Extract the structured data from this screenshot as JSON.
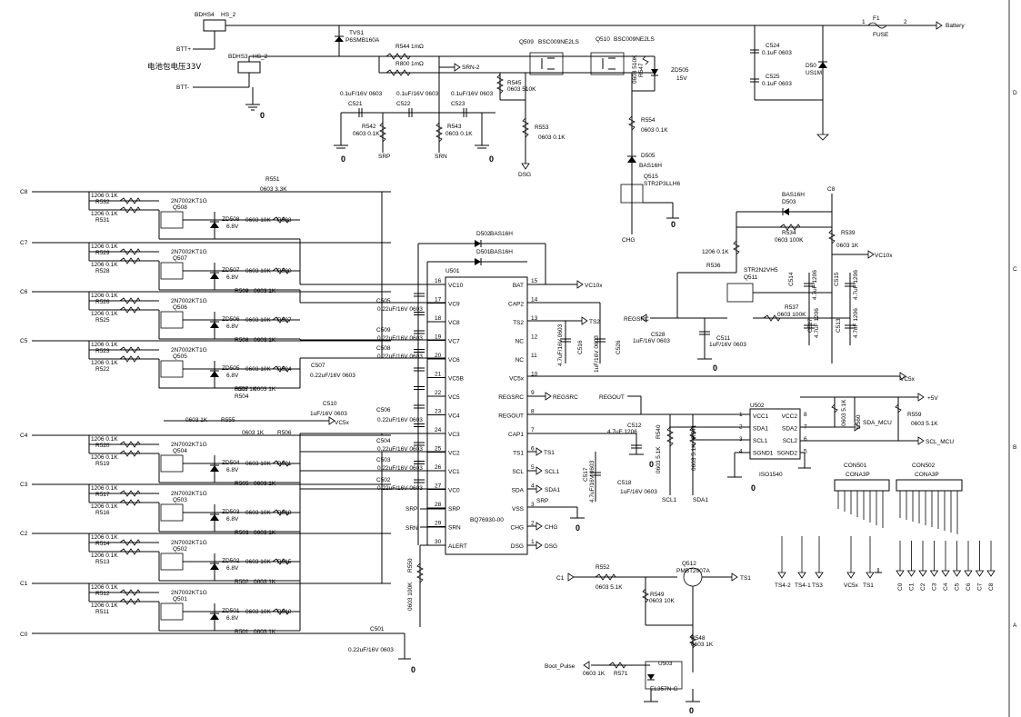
{
  "top": {
    "bdhs4": "BDHS4",
    "hs2a": "HS_2",
    "bdhs3": "BDHS3",
    "hs2b": "HS_2",
    "btt_plus": "BTT+",
    "btt_minus": "BTT-",
    "battery_pack_cn": "电池包电压33V",
    "tvs1": "TVS1",
    "tvs1_part": "P6SMB160A",
    "r544": "R544",
    "r544_val": "1mΩ",
    "r800": "R800",
    "r800_val": "1mΩ",
    "srn2": "SRN-2",
    "q509": "Q509",
    "q509_part": "BSC009NE2LS",
    "q510": "Q510",
    "q510_part": "BSC009NE2LS",
    "r545": "R545",
    "r545_val": "0603 510K",
    "r547": "R547",
    "r547_val": "0603 510K",
    "zd505": "ZD505",
    "zd505_val": "15V",
    "f1": "F1",
    "fuse": "FUSE",
    "battery": "Battery",
    "f1_p1": "1",
    "f1_p2": "2",
    "c524": "C524",
    "c524_val": "0.1uF 0603",
    "c525": "C525",
    "c525_val": "0.1uF 0603",
    "d50x": "D50",
    "us1m": "US1M",
    "c521_hdr": "0.1uF/16V 0603",
    "c521": "C521",
    "c522_hdr": "0.1uF/16V 0603",
    "c522": "C522",
    "c523_hdr": "0.1uF/16V 0603",
    "c523": "C523",
    "r542": "R542",
    "r542_val": "0603 0.1K",
    "r543": "R543",
    "r543_val": "0603 0.1K",
    "r553": "R553",
    "r553_val": "0603 0.1K",
    "srp": "SRP",
    "srn": "SRN",
    "dsg": "DSG",
    "r554": "R554",
    "r554_val": "0603 0.1K",
    "d505": "D505",
    "bas16h": "BAS16H",
    "q515": "Q515",
    "q515_part": "STR2P3LLH6",
    "chg": "CHG"
  },
  "cells": [
    {
      "cell": "C8",
      "r1": "1206 0.1K",
      "r1n": "R532",
      "r2": "1206 0.1K",
      "r2n": "R531",
      "q": "Q508",
      "qp": "2N7002KT1G",
      "zd": "ZD508",
      "zdv": "6.8V",
      "rz": "0603 10K",
      "rzn": "R533",
      "rb": "R551",
      "rbv": "0603 3.3K"
    },
    {
      "cell": "C7",
      "r1": "1206 0.1K",
      "r1n": "R529",
      "r2": "1206 0.1K",
      "r2n": "R528",
      "q": "Q507",
      "qp": "2N7002KT1G",
      "zd": "ZD507",
      "zdv": "6.8V",
      "rz": "0603 10K",
      "rzn": "R530",
      "rb": "R509",
      "rbv": "0603 1K"
    },
    {
      "cell": "C6",
      "r1": "1206 0.1K",
      "r1n": "R526",
      "r2": "1206 0.1K",
      "r2n": "R525",
      "q": "Q506",
      "qp": "2N7002KT1G",
      "zd": "ZD506",
      "zdv": "6.8V",
      "rz": "0603 10K",
      "rzn": "R527",
      "rb": "R508",
      "rbv": "0603 1K"
    },
    {
      "cell": "C5",
      "r1": "1206 0.1K",
      "r1n": "R523",
      "r2": "1206 0.1K",
      "r2n": "R522",
      "q": "Q505",
      "qp": "2N7002KT1G",
      "zd": "ZD505",
      "zdv": "6.8V",
      "rz": "0603 10K",
      "rzn": "R524",
      "rb": "R507",
      "rbv": "0603 1K"
    },
    {
      "cell": "C4",
      "r1": "1206 0.1K",
      "r1n": "R520",
      "r2": "1206 0.1K",
      "r2n": "R519",
      "q": "Q504",
      "qp": "2N7002KT1G",
      "zd": "ZD504",
      "zdv": "6.8V",
      "rz": "0603 10K",
      "rzn": "R521",
      "rb": "R505",
      "rbv": "0603 1K"
    },
    {
      "cell": "C3",
      "r1": "1206 0.1K",
      "r1n": "R517",
      "r2": "1206 0.1K",
      "r2n": "R516",
      "q": "Q503",
      "qp": "2N7002KT1G",
      "zd": "ZD503",
      "zdv": "6.8V",
      "rz": "0603 10K",
      "rzn": "R518",
      "rb": "R503",
      "rbv": "0603 1K"
    },
    {
      "cell": "C2",
      "r1": "1206 0.1K",
      "r1n": "R514",
      "r2": "1206 0.1K",
      "r2n": "R513",
      "q": "Q502",
      "qp": "2N7002KT1G",
      "zd": "ZD502",
      "zdv": "6.8V",
      "rz": "0603 10K",
      "rzn": "R515",
      "rb": "R502",
      "rbv": "0603 1K"
    },
    {
      "cell": "C1",
      "r1": "1206 0.1K",
      "r1n": "R512",
      "r2": "1206 0.1K",
      "r2n": "R511",
      "q": "Q501",
      "qp": "2N7002KT1G",
      "zd": "ZD501",
      "zdv": "6.8V",
      "rz": "0603 10K",
      "rzn": "R510",
      "rb": "R501",
      "rbv": "0603 1K"
    }
  ],
  "c0": "C0",
  "u501": {
    "ref": "U501",
    "part": "BQ76930-00",
    "left_pins": [
      {
        "n": "16",
        "name": "VC10"
      },
      {
        "n": "17",
        "name": "VC9"
      },
      {
        "n": "18",
        "name": "VC8"
      },
      {
        "n": "19",
        "name": "VC7"
      },
      {
        "n": "20",
        "name": "VC6"
      },
      {
        "n": "21",
        "name": "VC5B"
      },
      {
        "n": "22",
        "name": "VC5"
      },
      {
        "n": "23",
        "name": "VC4"
      },
      {
        "n": "24",
        "name": "VC3"
      },
      {
        "n": "25",
        "name": "VC2"
      },
      {
        "n": "26",
        "name": "VC1"
      },
      {
        "n": "27",
        "name": "VC0"
      },
      {
        "n": "28",
        "name": "SRP"
      },
      {
        "n": "29",
        "name": "SRN"
      },
      {
        "n": "30",
        "name": "ALERT"
      }
    ],
    "right_pins": [
      {
        "n": "15",
        "name": "BAT"
      },
      {
        "n": "14",
        "name": "CAP2"
      },
      {
        "n": "13",
        "name": "TS2"
      },
      {
        "n": "12",
        "name": "NC"
      },
      {
        "n": "11",
        "name": "NC"
      },
      {
        "n": "10",
        "name": "VC5x"
      },
      {
        "n": "9",
        "name": "REGSRC"
      },
      {
        "n": "8",
        "name": "REGOUT"
      },
      {
        "n": "7",
        "name": "CAP1"
      },
      {
        "n": "6",
        "name": "TS1"
      },
      {
        "n": "5",
        "name": "SCL"
      },
      {
        "n": "4",
        "name": "SDA"
      },
      {
        "n": "3",
        "name": "VSS"
      },
      {
        "n": "2",
        "name": "CHG"
      },
      {
        "n": "1",
        "name": "DSG"
      }
    ]
  },
  "caps_mid": [
    {
      "ref": "C505",
      "val": "0.22uF/16V 0603"
    },
    {
      "ref": "C509",
      "val": "0.22uF/16V 0603"
    },
    {
      "ref": "C508",
      "val": "0.22uF/16V 0603"
    },
    {
      "ref": "C507",
      "val": "0.22uF/16V 0603"
    },
    {
      "ref": "C510",
      "val": "1uF/16V 0603"
    },
    {
      "ref": "C506",
      "val": "0.22uF/16V 0603"
    },
    {
      "ref": "C504",
      "val": "0.22uF/16V 0603"
    },
    {
      "ref": "C503",
      "val": "0.22uF/16V 0603"
    },
    {
      "ref": "C502",
      "val": "0.22uF/16V 0603"
    },
    {
      "ref": "C501",
      "val": "0.22uF/16V 0603"
    }
  ],
  "mid": {
    "r555": "R555",
    "r555_val": "0603 1K",
    "r506": "R506",
    "r506_val": "0603 1K",
    "r504": "R504",
    "r504_val": "0603 1K",
    "vc5x": "VC5x",
    "vc10x": "VC10x",
    "d502": "D502",
    "d502p": "BAS16H",
    "d501": "D501",
    "d501p": "BAS16H",
    "ts2": "TS2",
    "regsrc": "REGSRC",
    "regout": "REGOUT",
    "ts1": "TS1",
    "scl1": "SCL1",
    "sda1": "SDA1",
    "srp": "SRP",
    "srn": "SRN",
    "chg": "CHG",
    "dsg": "DSG",
    "r550": "R550",
    "r550_val": "0603 100K",
    "c516": "C516",
    "c516_val": "4.7uF/16V 0603",
    "c526": "C526",
    "c526_val": "1uF/16V 0603",
    "c517": "C517",
    "c517_val": "4.7uF/16V 0603",
    "c518": "C518",
    "c518_val": "1uF/16V 0603",
    "c512": "C512",
    "c512_val": "4.7uF 1206",
    "r540": "R540",
    "r540_val": "0603 5.1K",
    "r541": "R541",
    "r541_val": "0603 5.1K",
    "scl1b": "SCL1",
    "sda1b": "SDA1"
  },
  "right": {
    "c8": "C8",
    "d503": "D503",
    "d503p": "BAS16H",
    "r534": "R534",
    "r534_val": "0603 100K",
    "r539": "R539",
    "r539_val": "0603 1K",
    "r536": "R536",
    "r536_val": "1206 0.1K",
    "q511": "Q511",
    "q511_part": "STR2N2VH5",
    "vc10x": "VC10x",
    "c514": "C514",
    "c514_val": "4.7uF 1206",
    "c515": "C515",
    "c515_val": "4.7uF 1206",
    "r537": "R537",
    "r537_val": "0603 100K",
    "c527": "C527",
    "c527_val": "4.7uF 1206",
    "c513": "C513",
    "c513_val": "4.7uF 1206",
    "regsrc": "REGSRC",
    "c528": "C528",
    "c528_val": "1uF/16V 0603",
    "c511": "C511",
    "c511_val": "1uF/16V 0603",
    "vc5x": "VC5x",
    "regout": "REGOUT",
    "plus5v": "+5V",
    "u502": "U502",
    "u502_part": "ISO1540",
    "u502_left": [
      {
        "n": "1",
        "name": "VCC1"
      },
      {
        "n": "2",
        "name": "SDA1"
      },
      {
        "n": "3",
        "name": "SCL1"
      },
      {
        "n": "4",
        "name": "SGND1"
      }
    ],
    "u502_right": [
      {
        "n": "8",
        "name": "VCC2"
      },
      {
        "n": "7",
        "name": "SDA2"
      },
      {
        "n": "6",
        "name": "SCL2"
      },
      {
        "n": "5",
        "name": "SGND2"
      }
    ],
    "r560": "R560",
    "r560_val": "0603 5.1K",
    "r559": "R559",
    "r559_val": "0603 5.1K",
    "sda_mcu": "SDA_MCU",
    "scl_mcu": "SCL_MCU",
    "con501": "CON501",
    "con501_part": "CONA3P",
    "con502": "CON502",
    "con502_part": "CONA3P",
    "con501_nets": [
      "TS4-2",
      "TS4-1",
      "TS3",
      "VC5x",
      "TS1"
    ],
    "con502_nets": [
      "C0",
      "C1",
      "C2",
      "C3",
      "C4",
      "C5",
      "C6",
      "C7",
      "C8"
    ]
  },
  "bottom": {
    "c1": "C1",
    "r552": "R552",
    "r552_val": "0603 5.1K",
    "q512": "Q512",
    "q512_part": "PMBT2907A",
    "ts1": "TS1",
    "r549": "R549",
    "r549_val": "0603 10K",
    "r548": "R548",
    "r548_val": "0603 1K",
    "boot_pulse": "Boot_Pulse",
    "r571": "R571",
    "r571_val": "0603 1K",
    "u503": "U503",
    "u503_part": "EL357N-G"
  },
  "zero": "0",
  "border_letters": [
    "D",
    "C",
    "B",
    "A"
  ]
}
